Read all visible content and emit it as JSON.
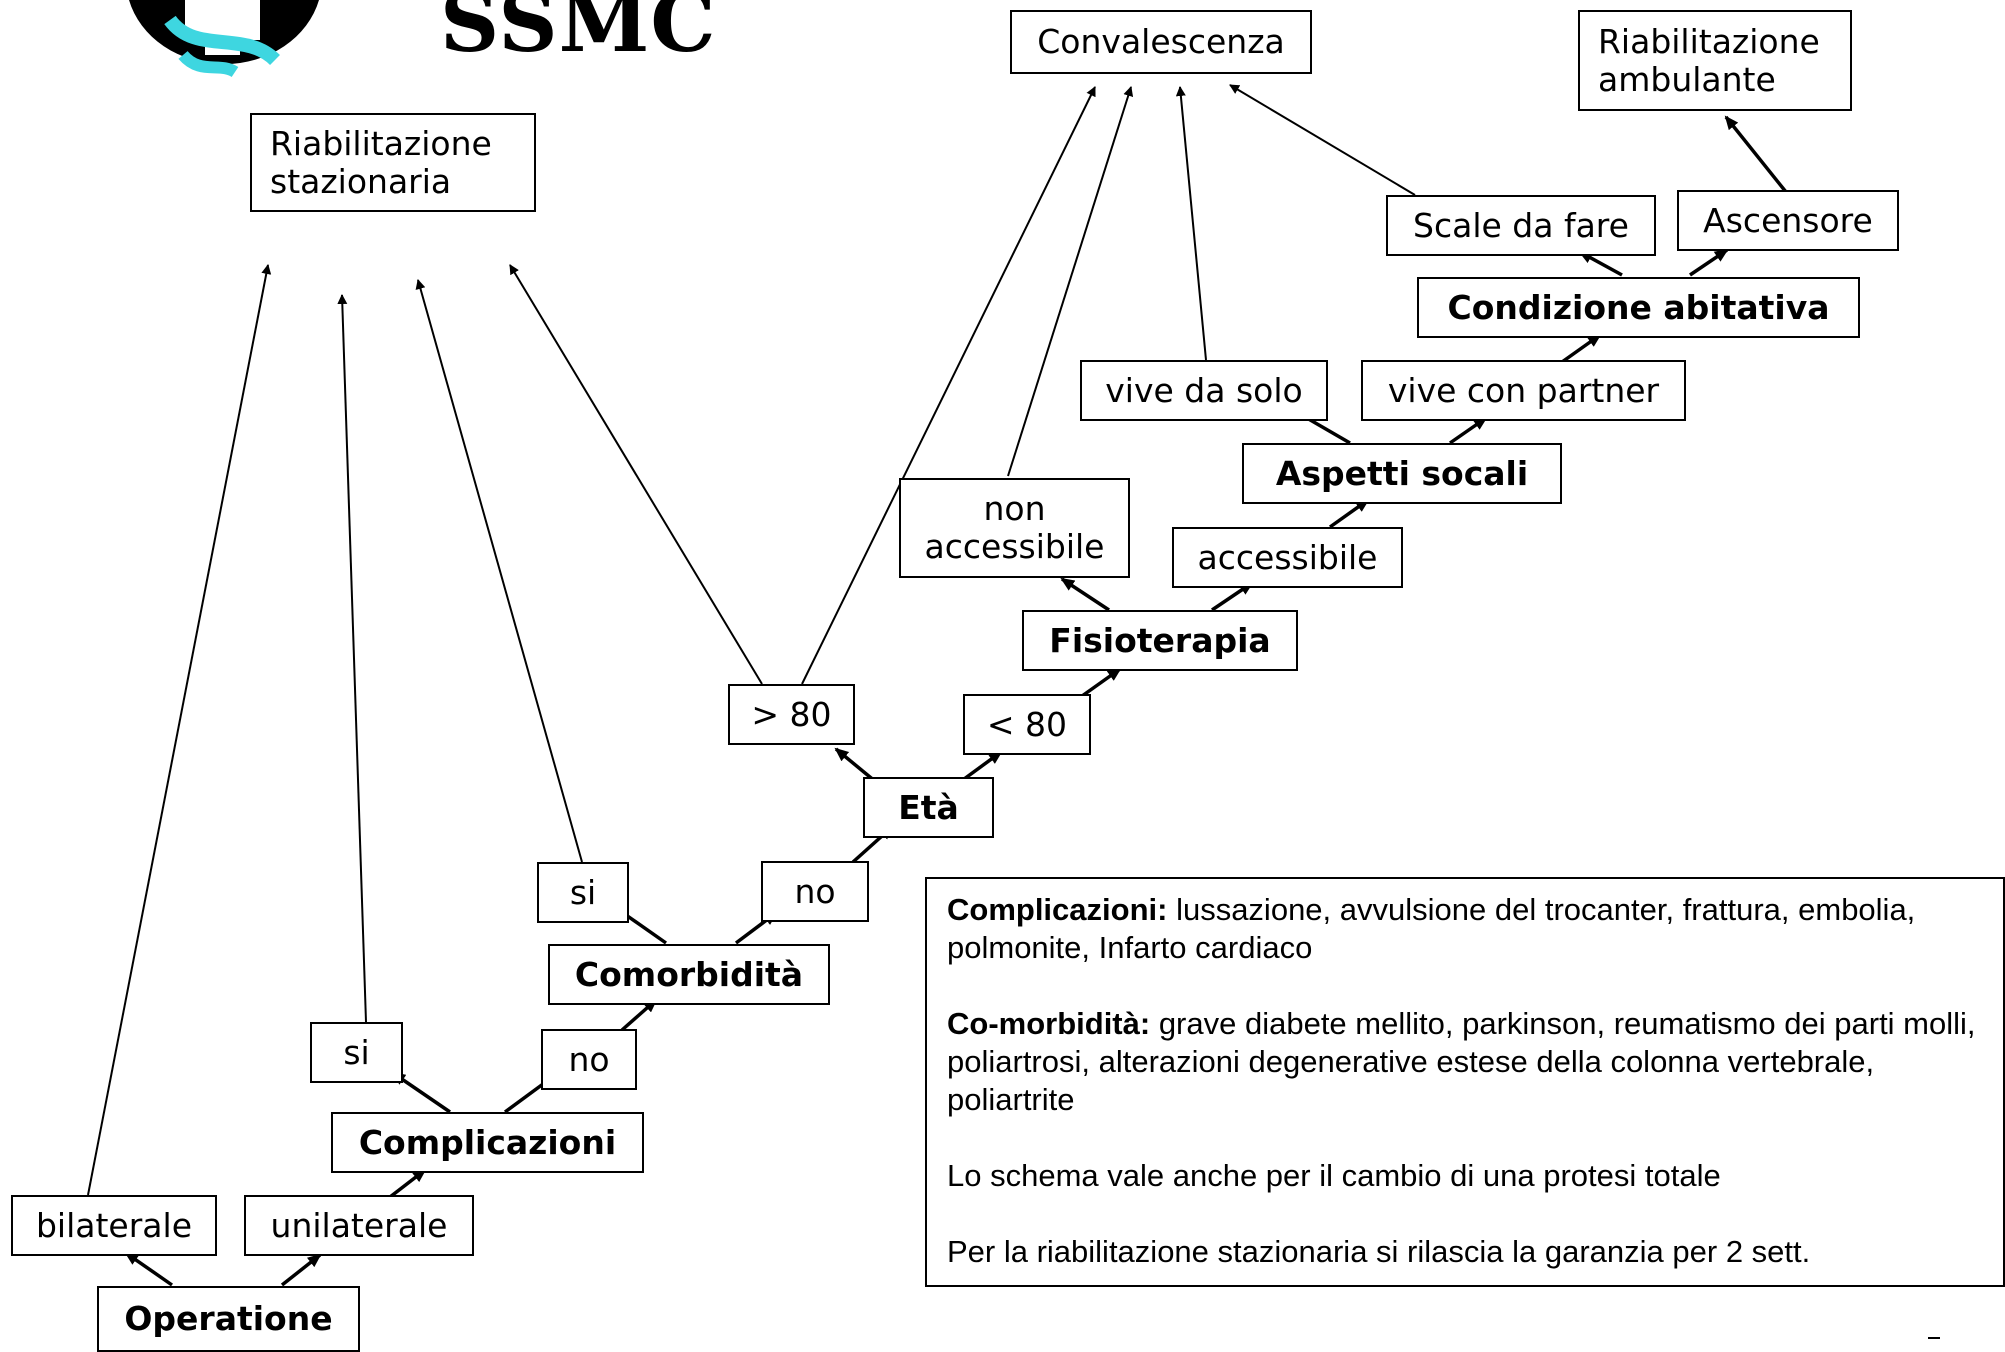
{
  "logo": {
    "text": "SSMC"
  },
  "nodes": {
    "riab_stazionaria": [
      "Riabilitazione",
      "stazionaria"
    ],
    "convalescenza": "Convalescenza",
    "riab_ambulante": [
      "Riabilitazione",
      "ambulante"
    ],
    "operatione": "Operatione",
    "bilaterale": "bilaterale",
    "unilaterale": "unilaterale",
    "complicazioni": "Complicazioni",
    "compl_si": "si",
    "compl_no": "no",
    "comorbidita": "Comorbidità",
    "comorb_si": "si",
    "comorb_no": "no",
    "eta": "Età",
    "over80": "> 80",
    "under80": "< 80",
    "fisioterapia": "Fisioterapia",
    "non_accessibile": [
      "non",
      "accessibile"
    ],
    "accessibile": "accessibile",
    "aspetti_sociali": "Aspetti socali",
    "vive_da_solo": "vive da solo",
    "vive_con_partner": "vive con partner",
    "condizione_abitativa": "Condizione abitativa",
    "scale_da_fare": "Scale da fare",
    "ascensore": "Ascensore"
  },
  "legend": {
    "complicazioni_label": "Complicazioni:",
    "complicazioni_text": " lussazione, avvulsione del trocanter, frattura, embolia, polmonite, Infarto cardiaco",
    "comorbidita_label": "Co-morbidità:",
    "comorbidita_text": " grave diabete mellito, parkinson, reumatismo dei parti molli, poliartrosi, alterazioni degenerative estese della colonna vertebrale, poliartrite",
    "note_protesi": "Lo schema vale anche per il cambio di una protesi totale",
    "note_garanzia": "Per la riabilitazione stazionaria si rilascia la garanzia per 2 sett."
  },
  "colors": {
    "logo_accent": "#3ED6E0",
    "ink": "#000000"
  }
}
